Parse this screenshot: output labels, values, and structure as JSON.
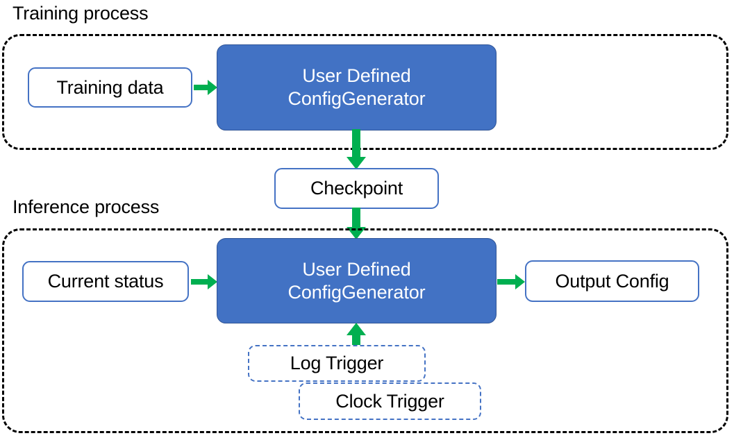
{
  "diagram": {
    "title_training": "Training process",
    "title_inference": "Inference process",
    "colors": {
      "primary_fill": "#4272C4",
      "primary_stroke": "#2F5496",
      "node_stroke": "#4472C4",
      "arrow_green": "#00AF50",
      "container_stroke": "#000000",
      "text_dark": "#000000",
      "text_light": "#FFFFFF"
    },
    "nodes": {
      "training_data": "Training data",
      "config_generator_training": "User Defined\nConfigGenerator",
      "checkpoint": "Checkpoint",
      "current_status": "Current status",
      "config_generator_inference": "User Defined\nConfigGenerator",
      "output_config": "Output Config",
      "log_trigger": "Log Trigger",
      "clock_trigger": "Clock Trigger"
    },
    "edges": [
      {
        "name": "training-data-to-generator",
        "from": "Training data",
        "to": "User Defined ConfigGenerator",
        "direction": "right"
      },
      {
        "name": "generator-to-checkpoint",
        "from": "User Defined ConfigGenerator",
        "to": "Checkpoint",
        "direction": "down"
      },
      {
        "name": "checkpoint-to-inference-generator",
        "from": "Checkpoint",
        "to": "User Defined ConfigGenerator",
        "direction": "down"
      },
      {
        "name": "current-status-to-generator",
        "from": "Current status",
        "to": "User Defined ConfigGenerator",
        "direction": "right"
      },
      {
        "name": "generator-to-output-config",
        "from": "User Defined ConfigGenerator",
        "to": "Output Config",
        "direction": "right"
      },
      {
        "name": "triggers-to-generator",
        "from": "Log Trigger / Clock Trigger",
        "to": "User Defined ConfigGenerator",
        "direction": "up"
      }
    ]
  }
}
